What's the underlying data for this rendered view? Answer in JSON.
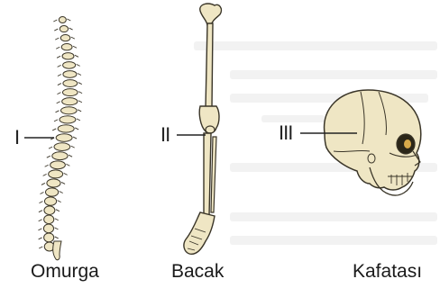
{
  "figures": [
    {
      "marker": "I",
      "caption": "Omurga",
      "icon": "spine-icon"
    },
    {
      "marker": "II",
      "caption": "Bacak",
      "icon": "leg-bone-icon"
    },
    {
      "marker": "III",
      "caption": "Kafatası",
      "icon": "skull-icon"
    }
  ],
  "colors": {
    "bone": "#efe6c4",
    "bone_shadow": "#cdbf8e",
    "outline": "#3a3528",
    "pointer": "#222222",
    "background_text": "#f1f1f1"
  }
}
